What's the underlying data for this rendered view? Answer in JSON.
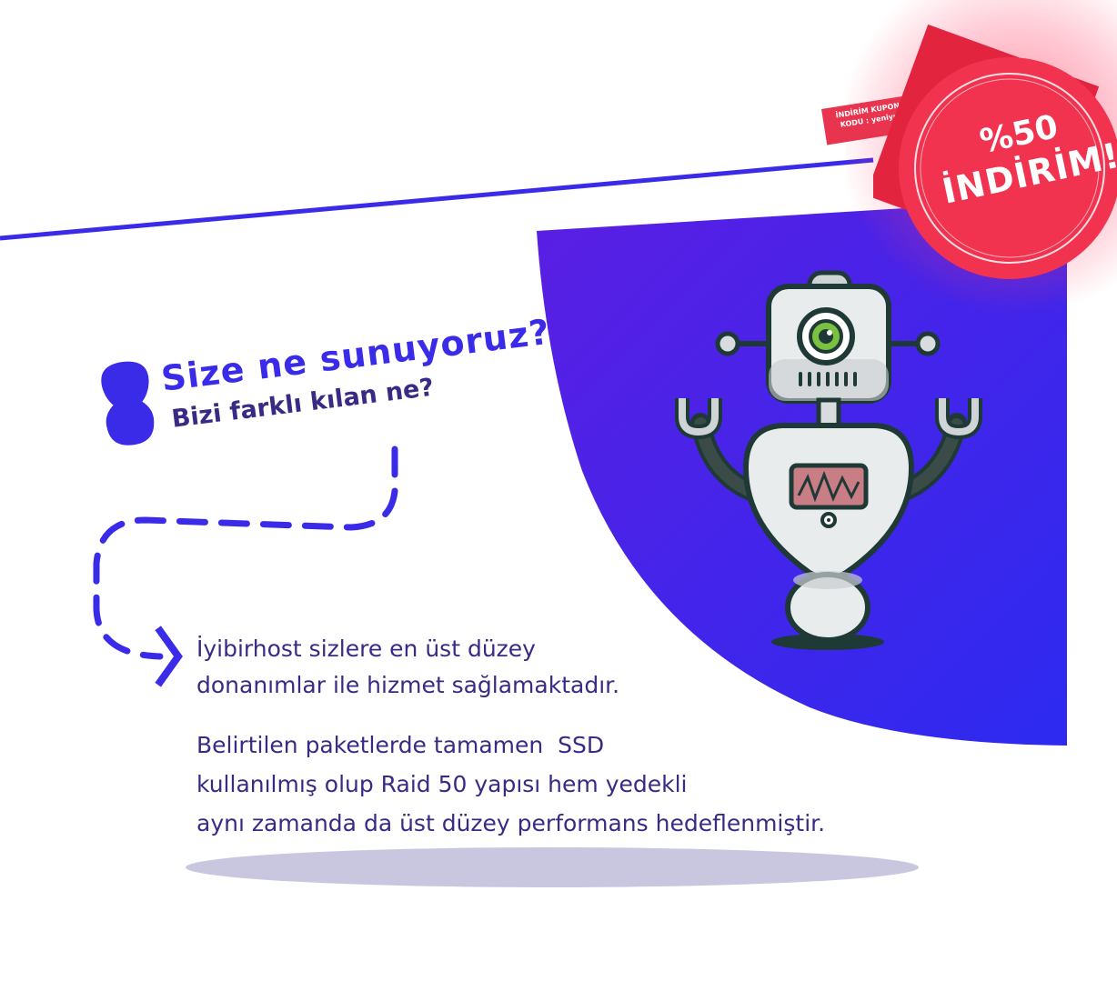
{
  "headline": {
    "title": "Size ne sunuyoruz?",
    "subtitle": "Bizi farklı kılan ne?"
  },
  "content": {
    "paragraph1": [
      "İyibirhost sizlere en üst düzey",
      "donanımlar ile hizmet sağlamaktadır."
    ],
    "paragraph2": [
      "Belirtilen paketlerde tamamen  SSD",
      "kullanılmış olup Raid 50 yapısı hem yedekli",
      "aynı zamanda da üst düzey performans hedeflenmiştir."
    ]
  },
  "badge": {
    "coupon_line1": "İNDİRİM KUPON",
    "coupon_line2": "KODU : yeniyıl",
    "discount_percent": "%50",
    "discount_word": "İNDİRİM!"
  },
  "colors": {
    "accent_blue": "#3a2be8",
    "text_purple": "#3b2a85",
    "panel_gradient_start": "#5b1ee3",
    "panel_gradient_end": "#2d2af0",
    "badge_red": "#f2334f"
  },
  "icons": {
    "robot": "robot-illustration",
    "arrow": "chevron-right-icon",
    "blob": "blob-shape"
  }
}
